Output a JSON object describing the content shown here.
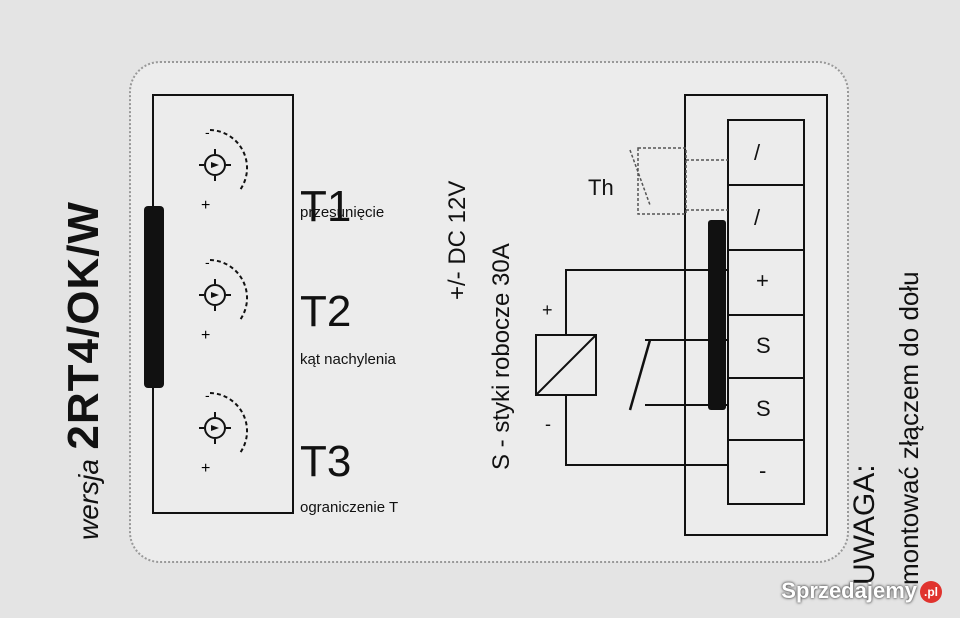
{
  "header": {
    "version_prefix": "wersja",
    "version_model": "2RT4/OK/W"
  },
  "potentiometers": [
    {
      "id": "T1",
      "label": "przesunięcie"
    },
    {
      "id": "T2",
      "label": "kąt nachylenia"
    },
    {
      "id": "T3",
      "label": "ograniczenie T"
    }
  ],
  "supply": {
    "voltage": "+/- DC 12V",
    "contacts": "S - styki robocze 30A"
  },
  "circuit": {
    "thermal_label": "Th",
    "coil_plus": "+",
    "coil_minus": "-"
  },
  "terminals": [
    "/",
    "/",
    "+",
    "S",
    "S",
    "-"
  ],
  "note": {
    "title": "UWAGA:",
    "text": "montować złączem do dołu"
  },
  "watermark": {
    "text": "Sprzedajemy",
    "badge": ".pl"
  }
}
